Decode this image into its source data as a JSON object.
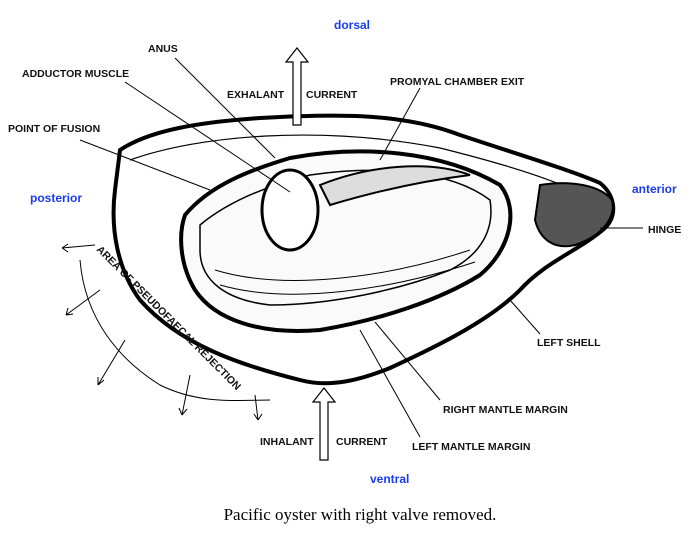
{
  "directions": {
    "dorsal": "dorsal",
    "ventral": "ventral",
    "posterior": "posterior",
    "anterior": "anterior"
  },
  "labels": {
    "anus": "ANUS",
    "adductor_muscle": "ADDUCTOR MUSCLE",
    "point_of_fusion": "POINT OF FUSION",
    "exhalant": "EXHALANT",
    "exhalant_current": "CURRENT",
    "promyal_chamber_exit": "PROMYAL CHAMBER EXIT",
    "hinge": "HINGE",
    "left_shell": "LEFT SHELL",
    "right_mantle_margin": "RIGHT MANTLE MARGIN",
    "left_mantle_margin": "LEFT MANTLE MARGIN",
    "inhalant": "INHALANT",
    "inhalant_current": "CURRENT",
    "pseudofaecal": "AREA OF PSEUDOFAECAL REJECTION"
  },
  "caption": "Pacific oyster with right valve removed.",
  "colors": {
    "direction_text": "#1a3cf0"
  }
}
